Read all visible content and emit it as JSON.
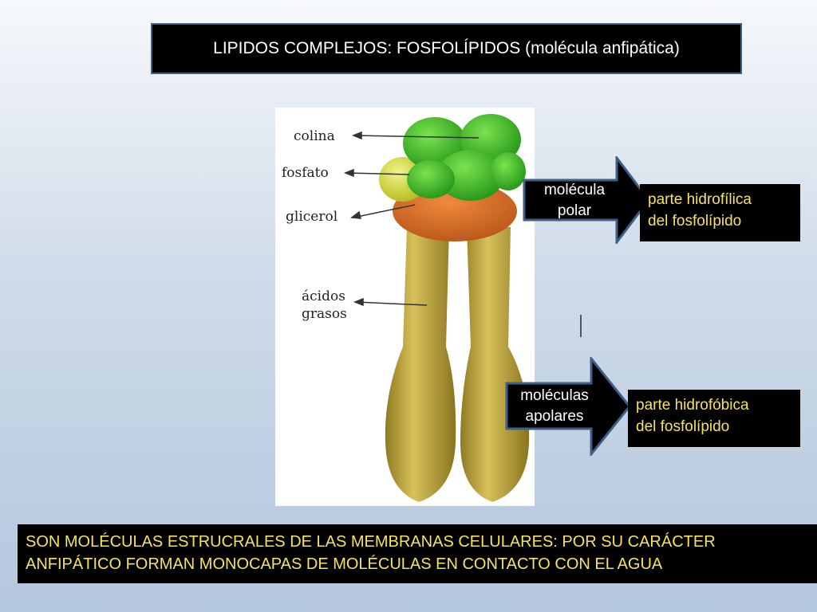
{
  "title": "LIPIDOS COMPLEJOS: FOSFOLÍPIDOS (molécula anfipática)",
  "figure": {
    "labels": {
      "colina": "colina",
      "fosfato": "fosfato",
      "glicerol": "glicerol",
      "acidos": "ácidos",
      "grasos": "grasos"
    },
    "colors": {
      "colina": "#3cbf2c",
      "fosfato": "#d8e04a",
      "glicerol": "#e0702a",
      "acidos_grasos": "#c9ae3c"
    }
  },
  "arrows": [
    {
      "line1": "molécula",
      "line2": "polar"
    },
    {
      "line1": "moléculas",
      "line2": "apolares"
    }
  ],
  "boxes": [
    {
      "line1": "parte hidrofílica",
      "line2": "del fosfolípido"
    },
    {
      "line1": "parte hidrofóbica",
      "line2": "del fosfolípido"
    }
  ],
  "bottom": {
    "line1": "SON MOLÉCULAS ESTRUCRALES DE LAS MEMBRANAS CELULARES: POR SU CARÁCTER",
    "line2": "ANFIPÁTICO FORMAN MONOCAPAS DE MOLÉCULAS EN CONTACTO CON EL AGUA"
  }
}
